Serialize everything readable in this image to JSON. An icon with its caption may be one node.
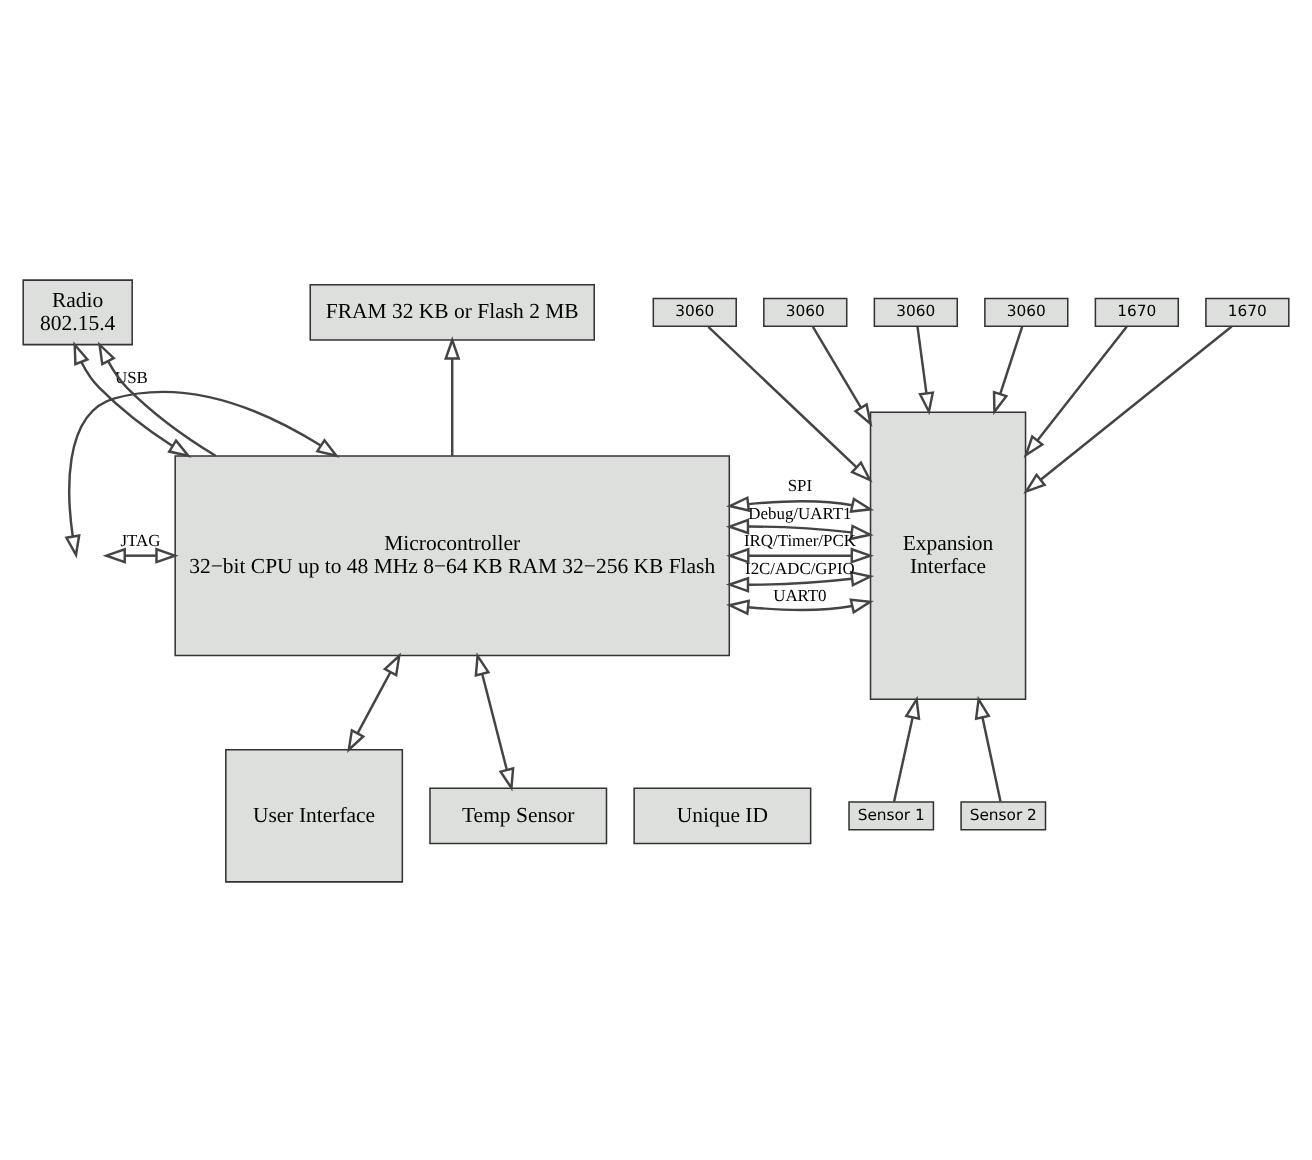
{
  "diagram": {
    "nodes": [
      {
        "text": [
          "Radio",
          "802.15.4"
        ]
      },
      {
        "text": [
          "FRAM 32 KB or Flash 2 MB"
        ]
      },
      {
        "text": [
          "Microcontroller",
          "32−bit CPU up to 48 MHz 8−64 KB RAM 32−256 KB Flash"
        ]
      },
      {
        "text": [
          "Expansion Interface"
        ]
      },
      {
        "text": [
          "3060"
        ]
      },
      {
        "text": [
          "3060"
        ]
      },
      {
        "text": [
          "3060"
        ]
      },
      {
        "text": [
          "3060"
        ]
      },
      {
        "text": [
          "1670"
        ]
      },
      {
        "text": [
          "1670"
        ]
      },
      {
        "text": [
          "User Interface"
        ]
      },
      {
        "text": [
          "Temp Sensor"
        ]
      },
      {
        "text": [
          "Unique ID"
        ]
      },
      {
        "text": [
          "Sensor 1"
        ]
      },
      {
        "text": [
          "Sensor 2"
        ]
      }
    ],
    "edges": [
      {
        "from": 0,
        "to": 2,
        "arrow": "both"
      },
      {
        "from": 2,
        "to": 0,
        "arrow": "to"
      },
      {
        "from": 2,
        "to": 1,
        "arrow": "to"
      },
      {
        "from": 2,
        "to": 3,
        "arrow": "both",
        "label": "SPI"
      },
      {
        "from": 2,
        "to": 3,
        "arrow": "both",
        "label": "UART0"
      },
      {
        "from": 2,
        "to": 3,
        "arrow": "both",
        "label": "Debug/UART1"
      },
      {
        "from": 2,
        "to": 3,
        "arrow": "both",
        "label": "I2C/ADC/GPIO"
      },
      {
        "from": 2,
        "to": 3,
        "arrow": "both",
        "label": "IRQ/Timer/PCK"
      },
      {
        "from": 4,
        "to": 3,
        "arrow": "to"
      },
      {
        "from": 5,
        "to": 3,
        "arrow": "to"
      },
      {
        "from": 6,
        "to": 3,
        "arrow": "to"
      },
      {
        "from": 7,
        "to": 3,
        "arrow": "to"
      },
      {
        "from": 8,
        "to": 3,
        "arrow": "to"
      },
      {
        "from": 9,
        "to": 3,
        "arrow": "to"
      },
      {
        "from": 13,
        "to": 3,
        "arrow": "to"
      },
      {
        "from": 14,
        "to": 3,
        "arrow": "to"
      },
      {
        "from": 2,
        "to": 10,
        "arrow": "both"
      },
      {
        "from": 2,
        "to": 11,
        "arrow": "both"
      },
      {
        "from": null,
        "to": 2,
        "arrow": "both",
        "label": "USB"
      },
      {
        "from": null,
        "to": 2,
        "arrow": "both",
        "label": "JTAG"
      }
    ]
  }
}
